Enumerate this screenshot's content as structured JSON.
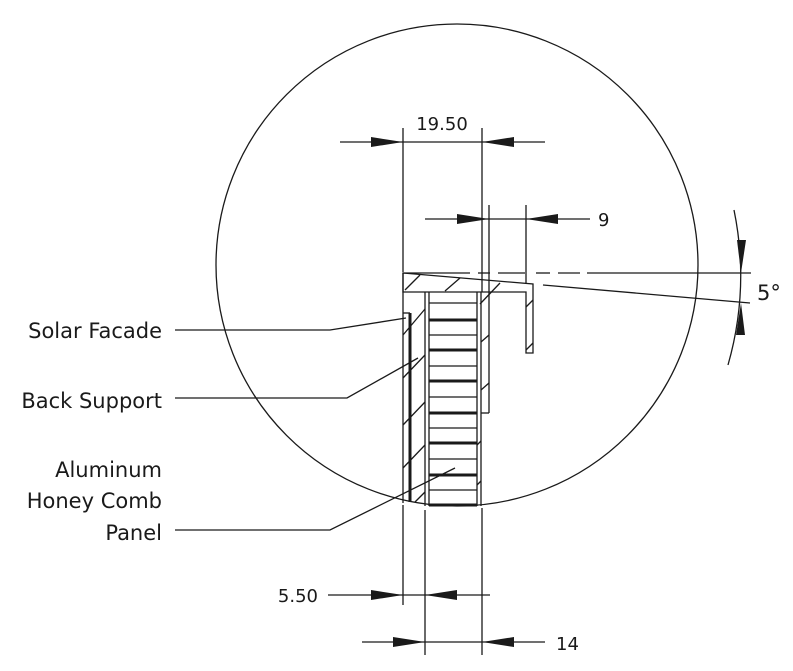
{
  "labels": {
    "solar_facade": "Solar Facade",
    "back_support": "Back Support",
    "honeycomb_line1": "Aluminum",
    "honeycomb_line2": "Honey Comb",
    "honeycomb_line3": "Panel"
  },
  "dimensions": {
    "top_width": "19.50",
    "lip_width": "9",
    "angle": "5°",
    "facade_gap": "5.50",
    "panel_width": "14"
  }
}
